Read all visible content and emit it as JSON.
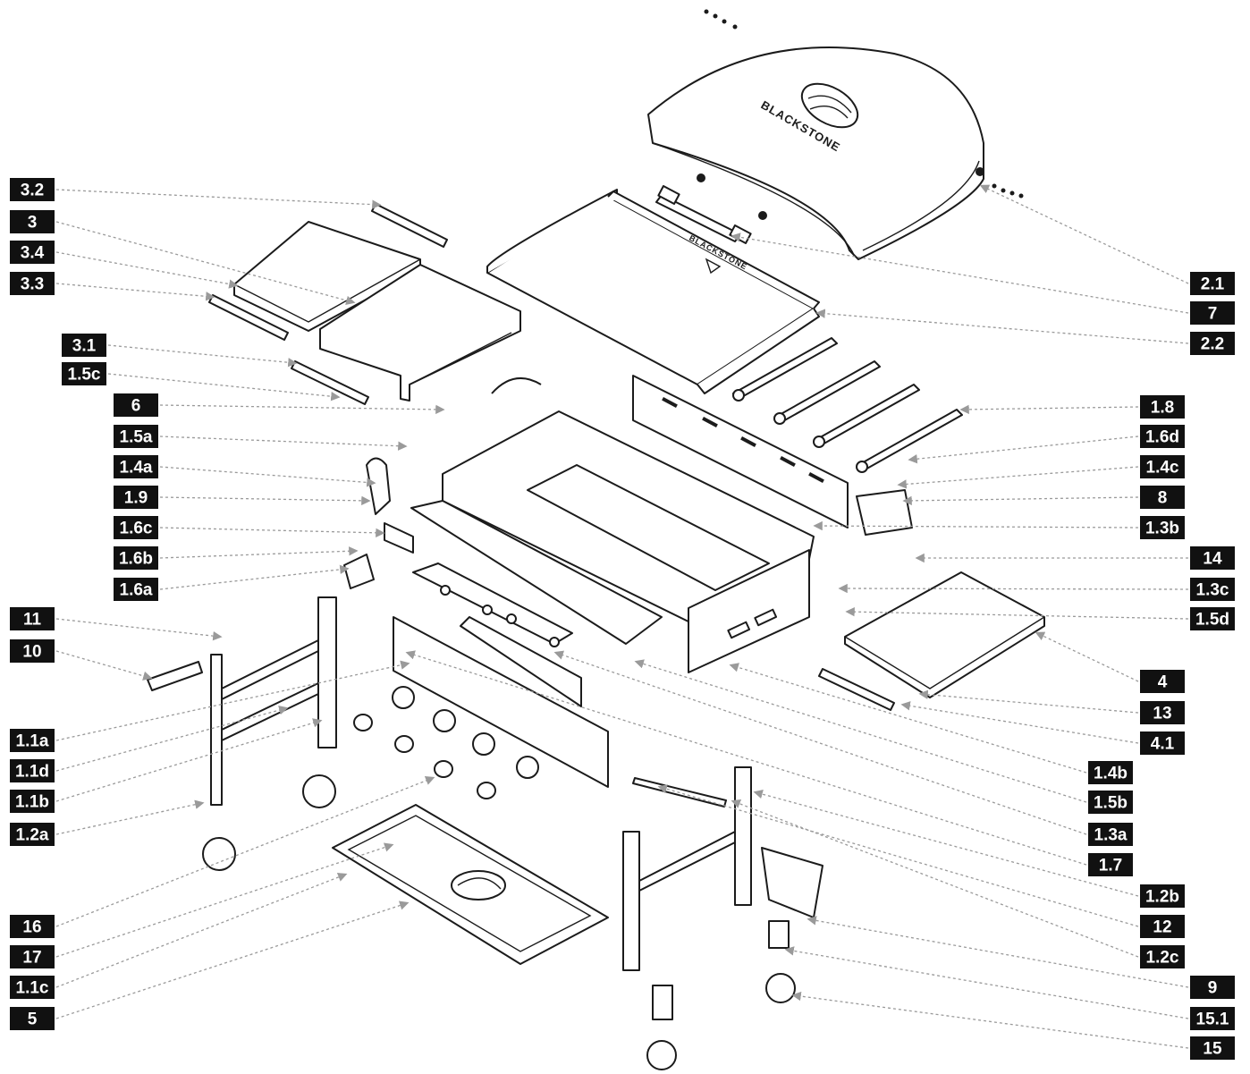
{
  "brand": {
    "lid_logo_text": "BLACKSTONE",
    "griddle_logo_text": "BLACKSTONE"
  },
  "colors": {
    "label_background": "#111111",
    "label_text": "#ffffff",
    "leader_line": "#9a9a9a",
    "line_art": "#1b1b1b"
  },
  "parts_left": [
    {
      "id": "3.2"
    },
    {
      "id": "3"
    },
    {
      "id": "3.4"
    },
    {
      "id": "3.3"
    },
    {
      "id": "3.1"
    },
    {
      "id": "1.5c"
    },
    {
      "id": "6"
    },
    {
      "id": "1.5a"
    },
    {
      "id": "1.4a"
    },
    {
      "id": "1.9"
    },
    {
      "id": "1.6c"
    },
    {
      "id": "1.6b"
    },
    {
      "id": "1.6a"
    },
    {
      "id": "11"
    },
    {
      "id": "10"
    },
    {
      "id": "1.1a"
    },
    {
      "id": "1.1d"
    },
    {
      "id": "1.1b"
    },
    {
      "id": "1.2a"
    },
    {
      "id": "16"
    },
    {
      "id": "17"
    },
    {
      "id": "1.1c"
    },
    {
      "id": "5"
    }
  ],
  "parts_right": [
    {
      "id": "2.1"
    },
    {
      "id": "7"
    },
    {
      "id": "2.2"
    },
    {
      "id": "1.8"
    },
    {
      "id": "1.6d"
    },
    {
      "id": "1.4c"
    },
    {
      "id": "8"
    },
    {
      "id": "1.3b"
    },
    {
      "id": "14"
    },
    {
      "id": "1.3c"
    },
    {
      "id": "1.5d"
    },
    {
      "id": "4"
    },
    {
      "id": "13"
    },
    {
      "id": "4.1"
    },
    {
      "id": "1.4b"
    },
    {
      "id": "1.5b"
    },
    {
      "id": "1.3a"
    },
    {
      "id": "1.7"
    },
    {
      "id": "1.2b"
    },
    {
      "id": "12"
    },
    {
      "id": "1.2c"
    },
    {
      "id": "9"
    },
    {
      "id": "15.1"
    },
    {
      "id": "15"
    }
  ]
}
